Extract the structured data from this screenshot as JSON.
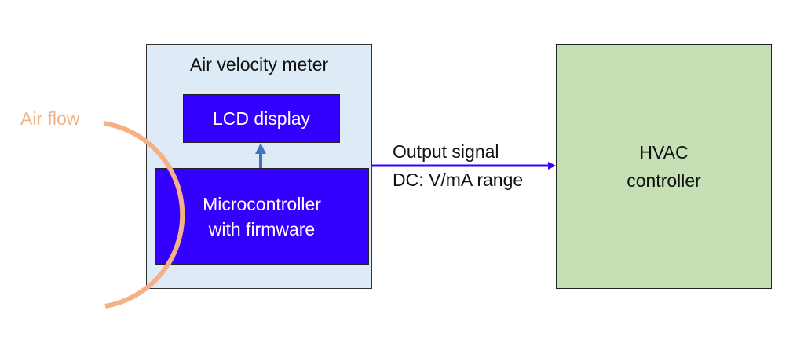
{
  "diagram": {
    "airflow": {
      "label": "Air flow",
      "color": "#F4B183"
    },
    "meter": {
      "title": "Air velocity meter",
      "fill": "#DEEBF7",
      "lcd": {
        "label": "LCD display"
      },
      "microcontroller": {
        "line1": "Microcontroller",
        "line2": "with firmware"
      },
      "component_fill": "#3300FF"
    },
    "output": {
      "line1": "Output signal",
      "line2": "DC: V/mA range",
      "arrow_color": "#3300FF"
    },
    "internal_arrow_color": "#4472C4",
    "hvac": {
      "line1": "HVAC",
      "line2": "controller",
      "fill": "#C5E0B4"
    }
  }
}
